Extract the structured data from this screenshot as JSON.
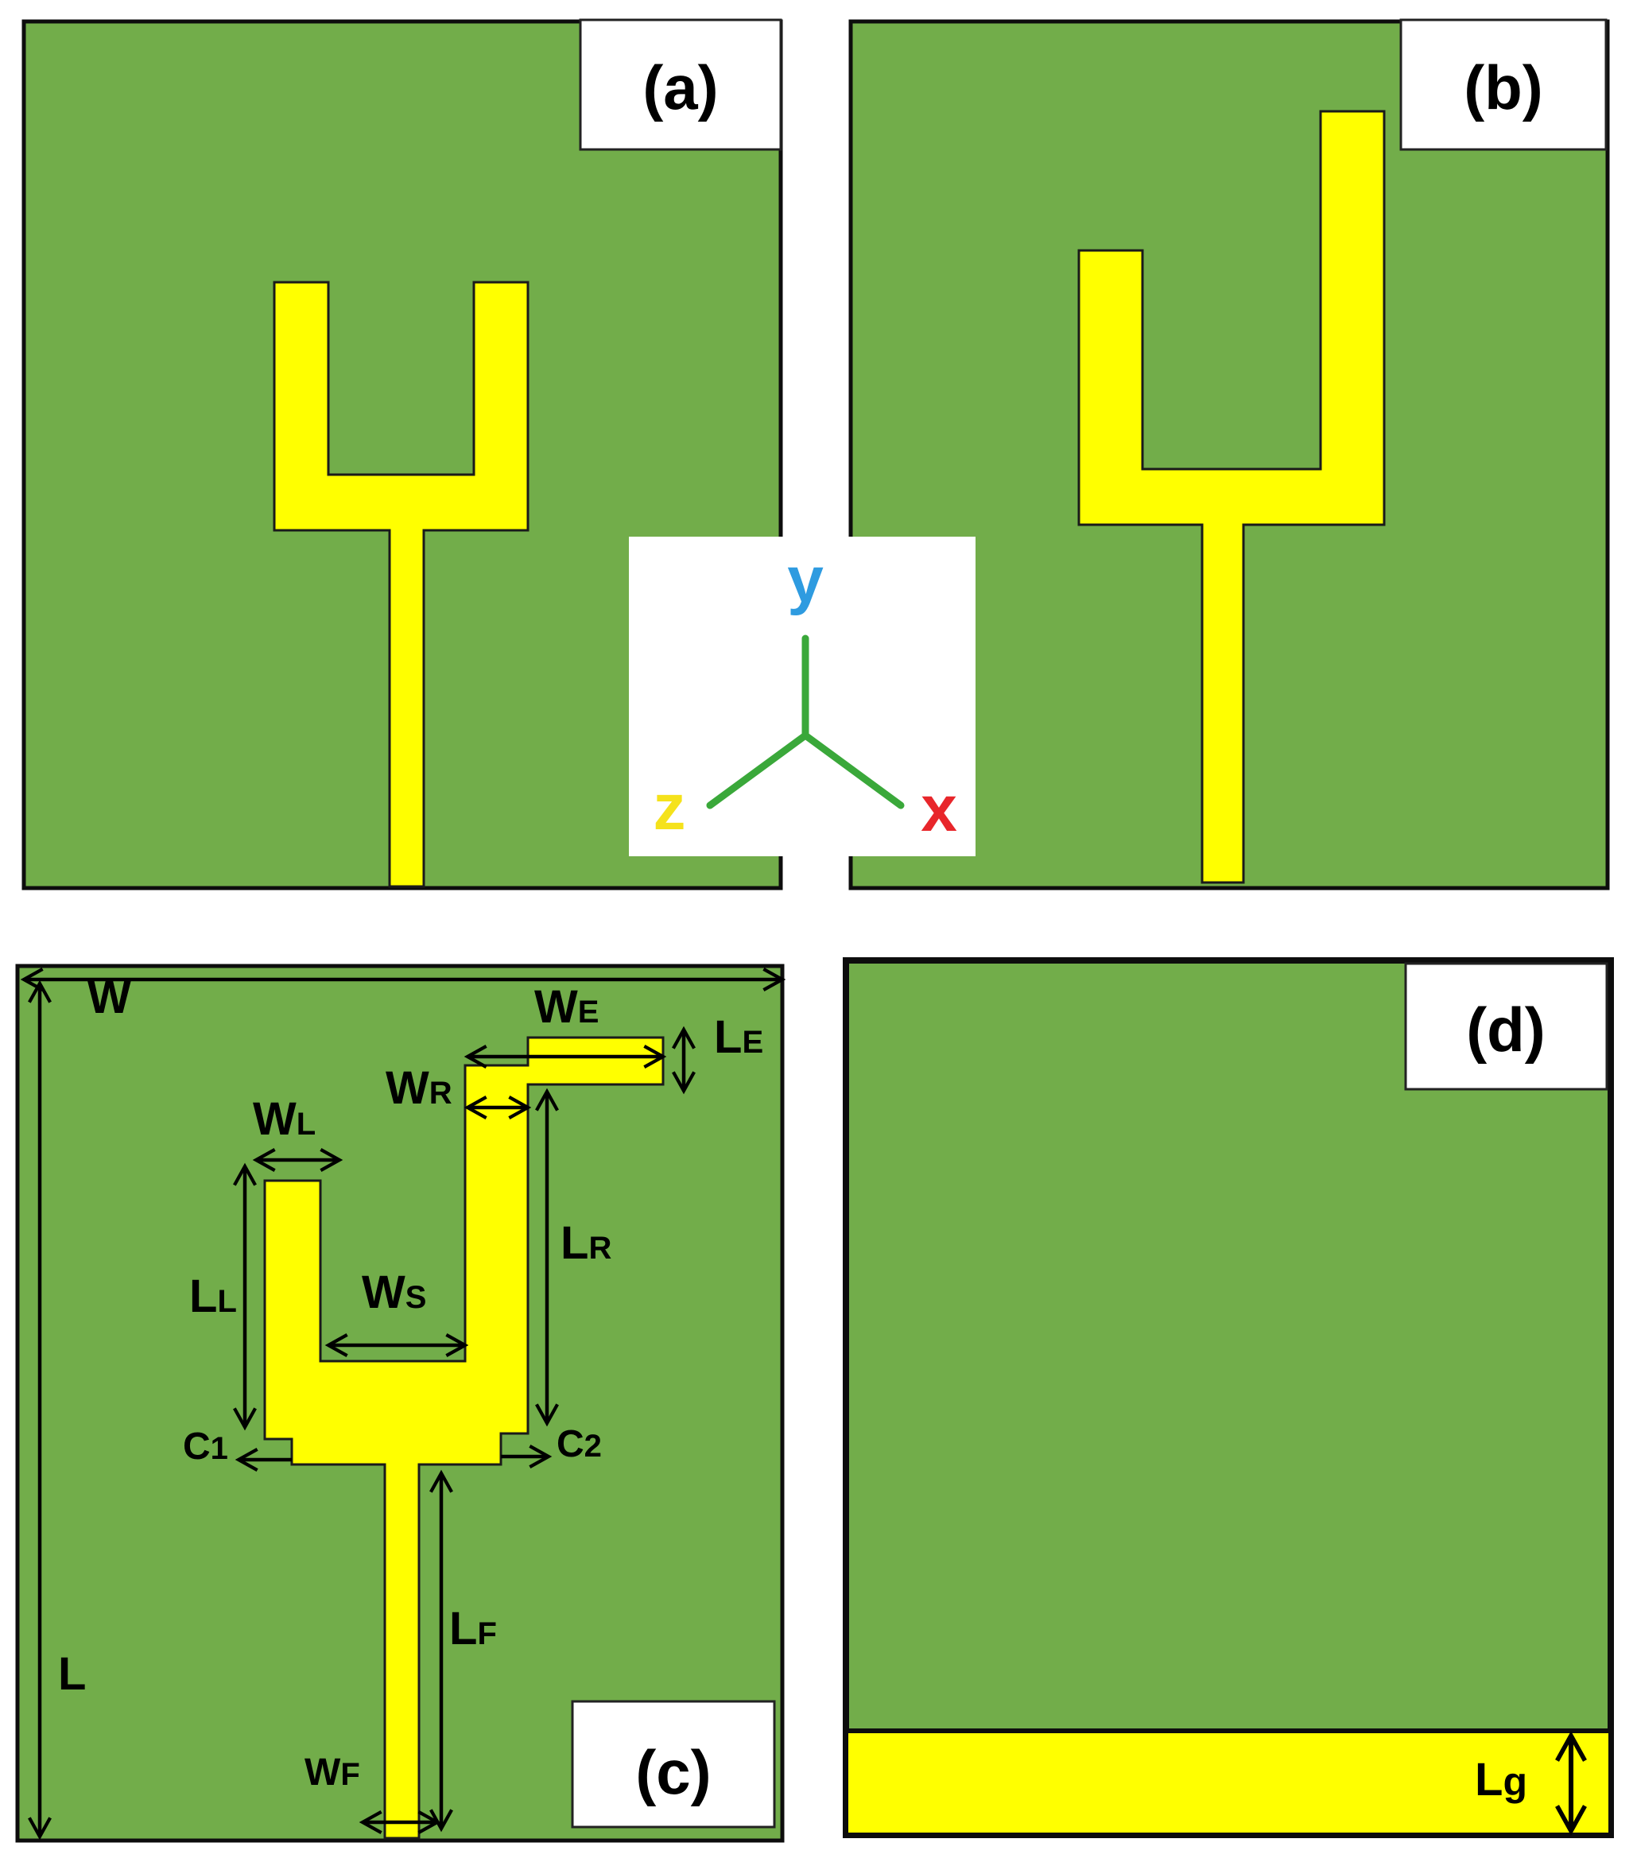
{
  "panels": {
    "a": {
      "label": "(a)"
    },
    "b": {
      "label": "(b)"
    },
    "c": {
      "label": "(c)"
    },
    "d": {
      "label": "(d)"
    }
  },
  "axes": {
    "y": {
      "label": "y",
      "color": "#2e9be0"
    },
    "z": {
      "label": "z",
      "color": "#f5e21b"
    },
    "x": {
      "label": "x",
      "color": "#e8262b"
    }
  },
  "dimensions": {
    "W": {
      "main": "W",
      "sub": ""
    },
    "WE": {
      "main": "W",
      "sub": "E"
    },
    "LE": {
      "main": "L",
      "sub": "E"
    },
    "WR": {
      "main": "W",
      "sub": "R"
    },
    "WL": {
      "main": "W",
      "sub": "L"
    },
    "LR": {
      "main": "L",
      "sub": "R"
    },
    "LL": {
      "main": "L",
      "sub": "L"
    },
    "WS": {
      "main": "W",
      "sub": "S"
    },
    "C1": {
      "main": "C",
      "sub": "1"
    },
    "C2": {
      "main": "C",
      "sub": "2"
    },
    "LF": {
      "main": "L",
      "sub": "F"
    },
    "L": {
      "main": "L",
      "sub": ""
    },
    "WF": {
      "main": "W",
      "sub": "F"
    },
    "Lg": {
      "main": "L",
      "sub": "g"
    }
  },
  "colors": {
    "substrate": "#72ad4a",
    "copper": "#ffff00"
  }
}
